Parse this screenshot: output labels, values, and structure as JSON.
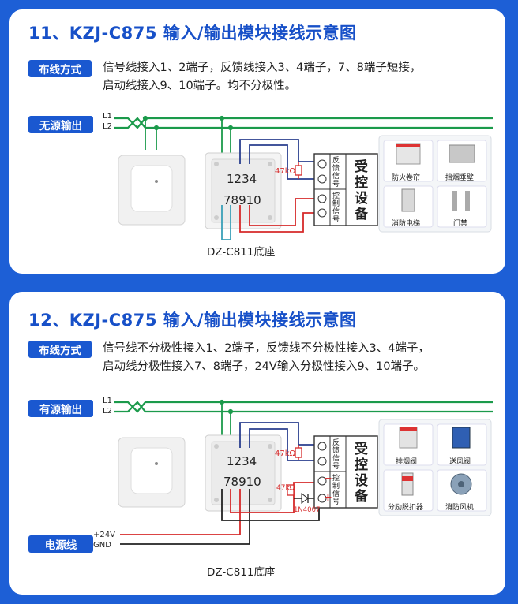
{
  "section1": {
    "title": "11、KZJ-C875 输入/输出模块接线示意图",
    "wiring_tag": "布线方式",
    "desc_line1": "信号线接入1、2端子，反馈线接入3、4端子，7、8端子短接，",
    "desc_line2": "启动线接入9、10端子。均不分极性。",
    "bus_tag": "无源输出",
    "l1": "L1",
    "l2": "L2",
    "terminals_top": "1234",
    "terminals_bottom": "78910",
    "resistor": "47kΩ",
    "feedback_signal": "反馈信号",
    "control_signal": "控制信号",
    "controlled_device": "受控设备",
    "base_caption": "DZ-C811底座",
    "devices": [
      "防火卷帘",
      "挡烟垂壁",
      "消防电梯",
      "门禁"
    ]
  },
  "section2": {
    "title": "12、KZJ-C875 输入/输出模块接线示意图",
    "wiring_tag": "布线方式",
    "desc_line1": "信号线不分极性接入1、2端子，反馈线不分极性接入3、4端子，",
    "desc_line2": "启动线分极性接入7、8端子，24V输入分极性接入9、10端子。",
    "bus_tag": "有源输出",
    "l1": "L1",
    "l2": "L2",
    "terminals_top": "1234",
    "terminals_bottom": "78910",
    "resistor": "47kΩ",
    "resistor2": "47kΩ",
    "diode": "1N4007",
    "minus": "−",
    "plus": "+",
    "feedback_signal": "反馈信号",
    "control_signal": "控制信号",
    "controlled_device": "受控设备",
    "power_tag": "电源线",
    "v24": "+24V",
    "gnd": "GND",
    "base_caption": "DZ-C811底座",
    "devices": [
      "排烟阀",
      "送风阀",
      "分励脱扣器",
      "消防风机"
    ]
  },
  "colors": {
    "background": "#1d5fd6",
    "title_blue": "#1750c8",
    "bus_green": "#1b9a4b",
    "wire_blue": "#2a3f8f",
    "wire_red": "#d62a2a",
    "wire_cyan": "#3aa0b8",
    "wire_black": "#222222"
  }
}
